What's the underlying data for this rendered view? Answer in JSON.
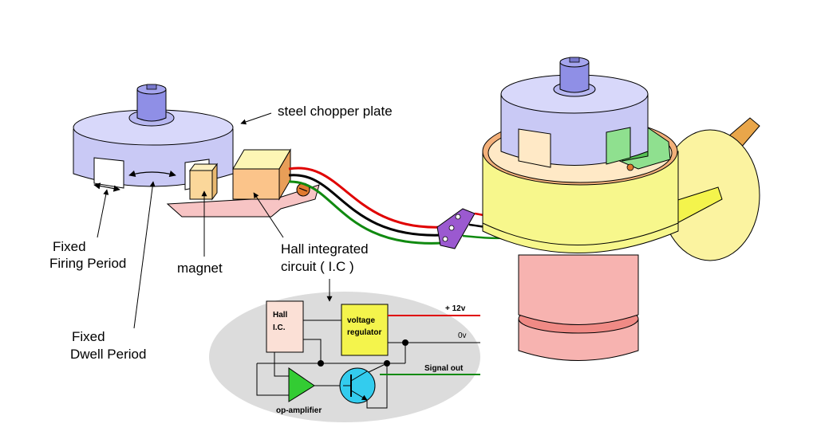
{
  "labels": {
    "steel_chopper_plate": "steel chopper plate",
    "fixed_firing_line1": "Fixed",
    "fixed_firing_line2": "Firing Period",
    "magnet": "magnet",
    "hall_ic_line1": "Hall integrated",
    "hall_ic_line2": "circuit ( I.C )",
    "fixed_dwell_line1": "Fixed",
    "fixed_dwell_line2": "Dwell Period"
  },
  "circuit": {
    "hall_ic_line1": "Hall",
    "hall_ic_line2": "I.C.",
    "regulator_line1": "voltage",
    "regulator_line2": "regulator",
    "plus12v": "+ 12v",
    "zero_v": "0v",
    "signal_out": "Signal out",
    "op_amp": "op-amplifier"
  },
  "colors": {
    "chopper": "#c9c9f5",
    "chopper_dark": "#a9a9e8",
    "base_plate": "#f7c4c4",
    "magnet": "#fbd79a",
    "hall_ic": "#fbc48a",
    "regulator": "#f4f44c",
    "circuit_bg": "#dcdcdc",
    "op_amp": "#33cc33",
    "transistor": "#33ccee",
    "wire_red": "#e00000",
    "wire_black": "#000000",
    "wire_green": "#108a10",
    "housing_yellow": "#f7f78c",
    "housing_pink": "#f7b3b0"
  }
}
